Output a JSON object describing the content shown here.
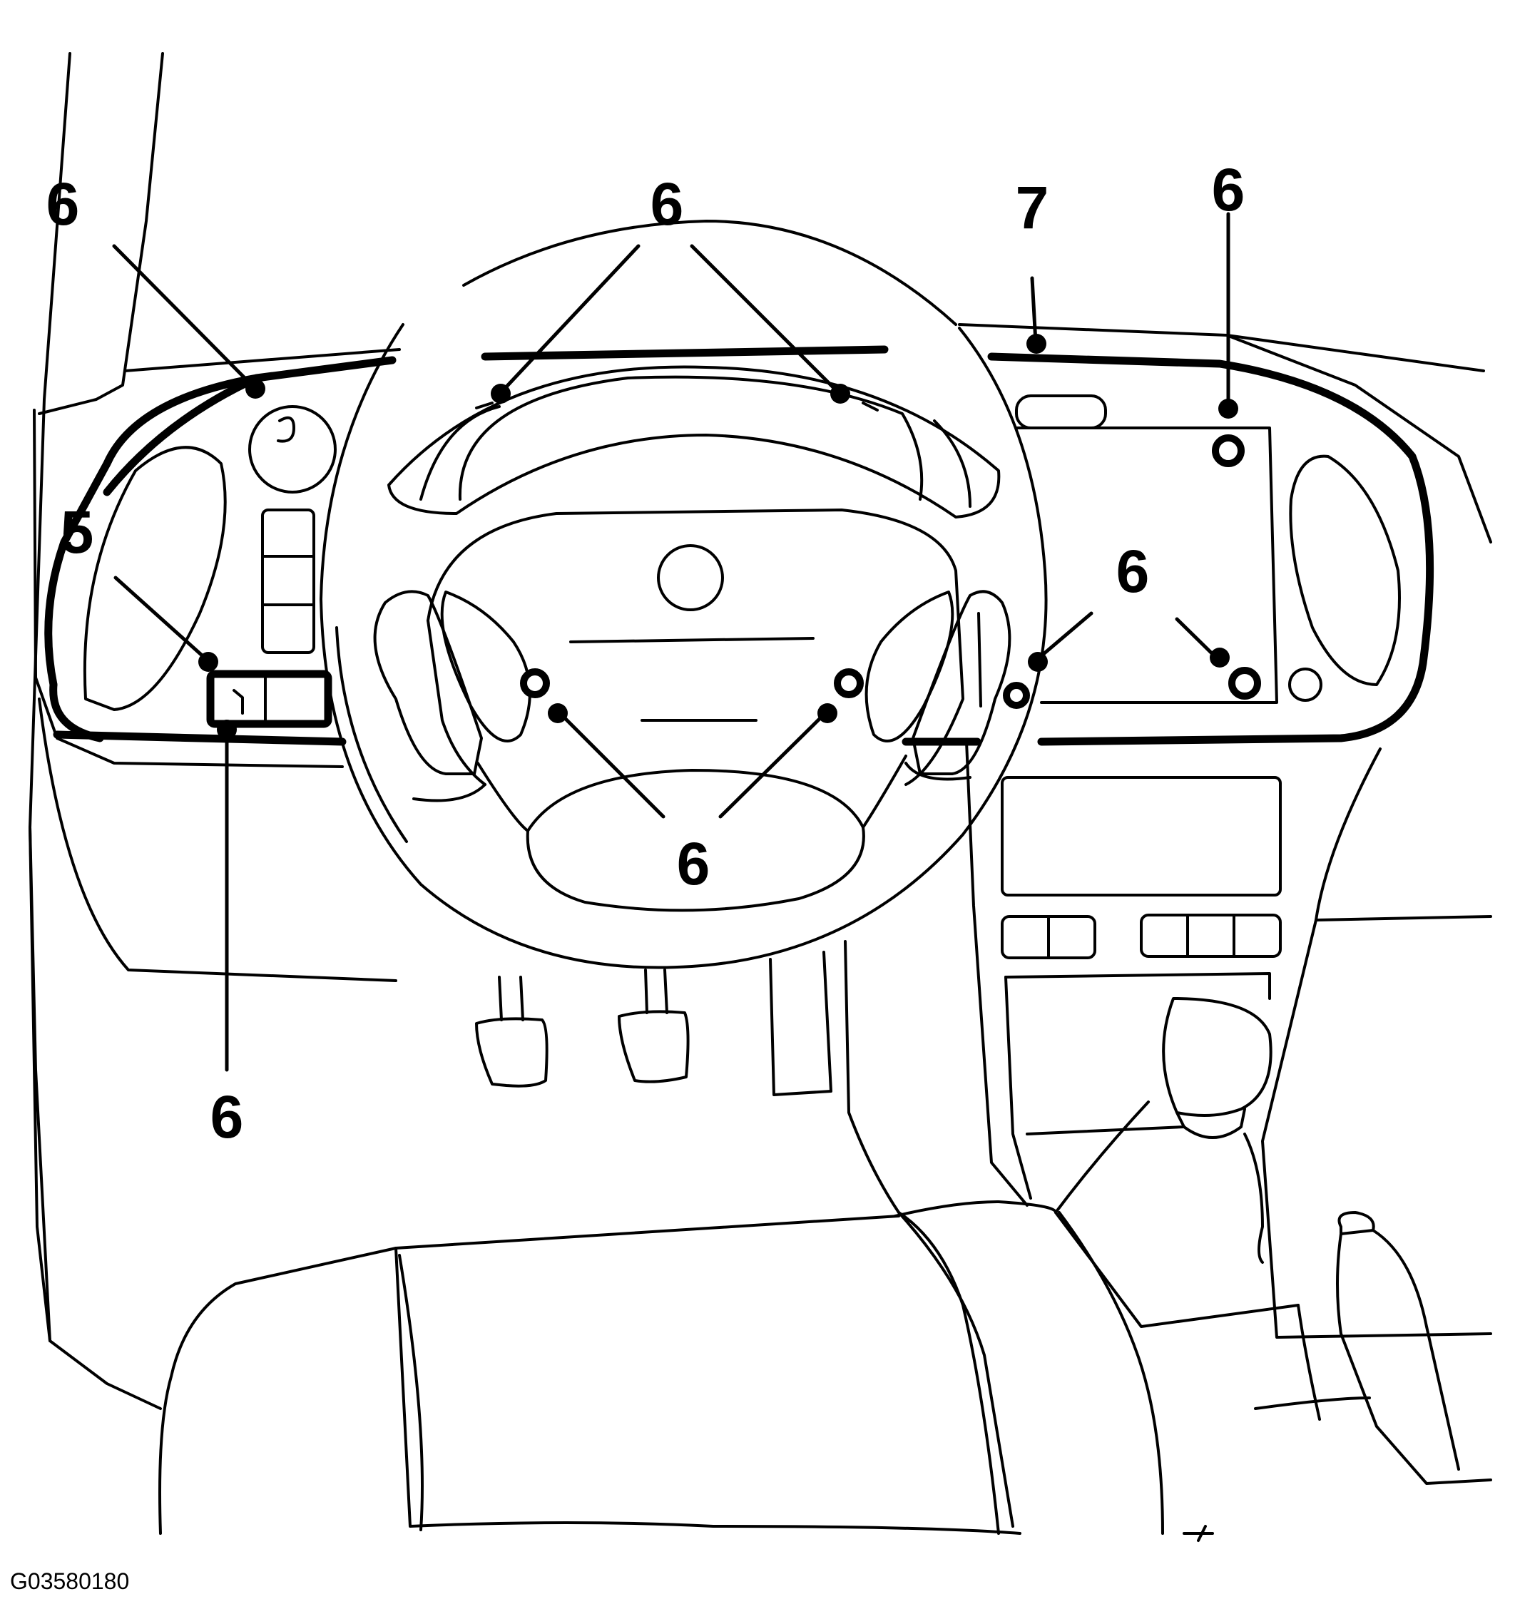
{
  "figure_code": "G03580180",
  "callouts": {
    "c1": "6",
    "c2": "6",
    "c3": "7",
    "c4": "6",
    "c5": "5",
    "c6": "6",
    "c7": "6",
    "c8": "6"
  }
}
